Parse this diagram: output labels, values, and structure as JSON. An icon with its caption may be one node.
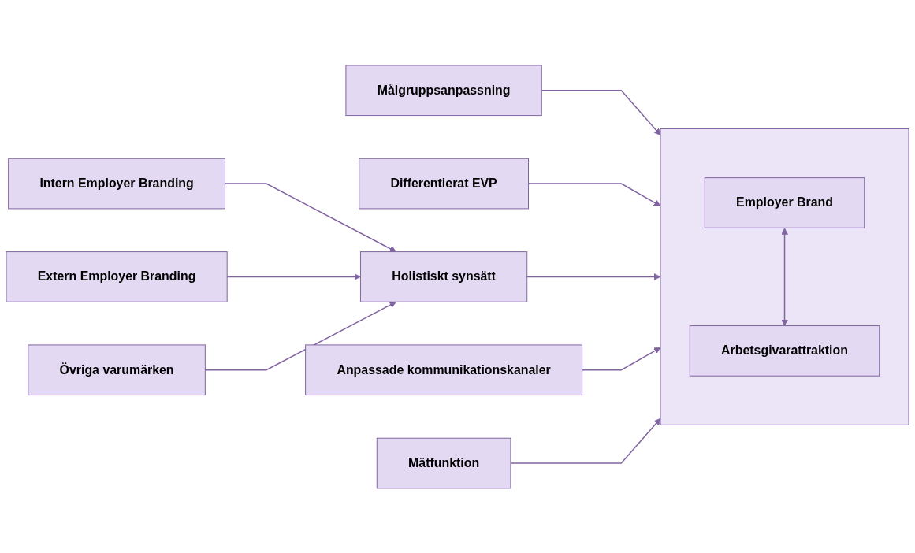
{
  "diagram": {
    "nodes": [
      {
        "text": [
          "Målgruppsanpassning"
        ]
      },
      {
        "text": [
          "Differentierat EVP"
        ]
      },
      {
        "text": [
          "Intern Employer Branding"
        ]
      },
      {
        "text": [
          "Extern Employer Branding"
        ]
      },
      {
        "text": [
          "Holistiskt synsätt"
        ]
      },
      {
        "text": [
          "Övriga varumärken"
        ]
      },
      {
        "text": [
          "Anpassade kommunikationskanaler"
        ]
      },
      {
        "text": [
          "Mätfunktion"
        ]
      },
      {
        "text": [],
        "shape": "box"
      },
      {
        "text": [
          "Employer Brand"
        ],
        "in": 8
      },
      {
        "text": [
          "Arbetsgivarattraktion"
        ],
        "in": 8
      }
    ],
    "edges": [
      {
        "from": 0,
        "to": 8,
        "arrow": "to"
      },
      {
        "from": 1,
        "to": 8,
        "arrow": "to"
      },
      {
        "from": 2,
        "to": 4,
        "arrow": "to"
      },
      {
        "from": 3,
        "to": 4,
        "arrow": "to"
      },
      {
        "from": 4,
        "to": 8,
        "arrow": "to"
      },
      {
        "from": 5,
        "to": 4,
        "arrow": "to"
      },
      {
        "from": 6,
        "to": 8,
        "arrow": "to"
      },
      {
        "from": 7,
        "to": 8,
        "arrow": "to"
      },
      {
        "from": 9,
        "to": 10,
        "arrow": "both"
      }
    ]
  }
}
